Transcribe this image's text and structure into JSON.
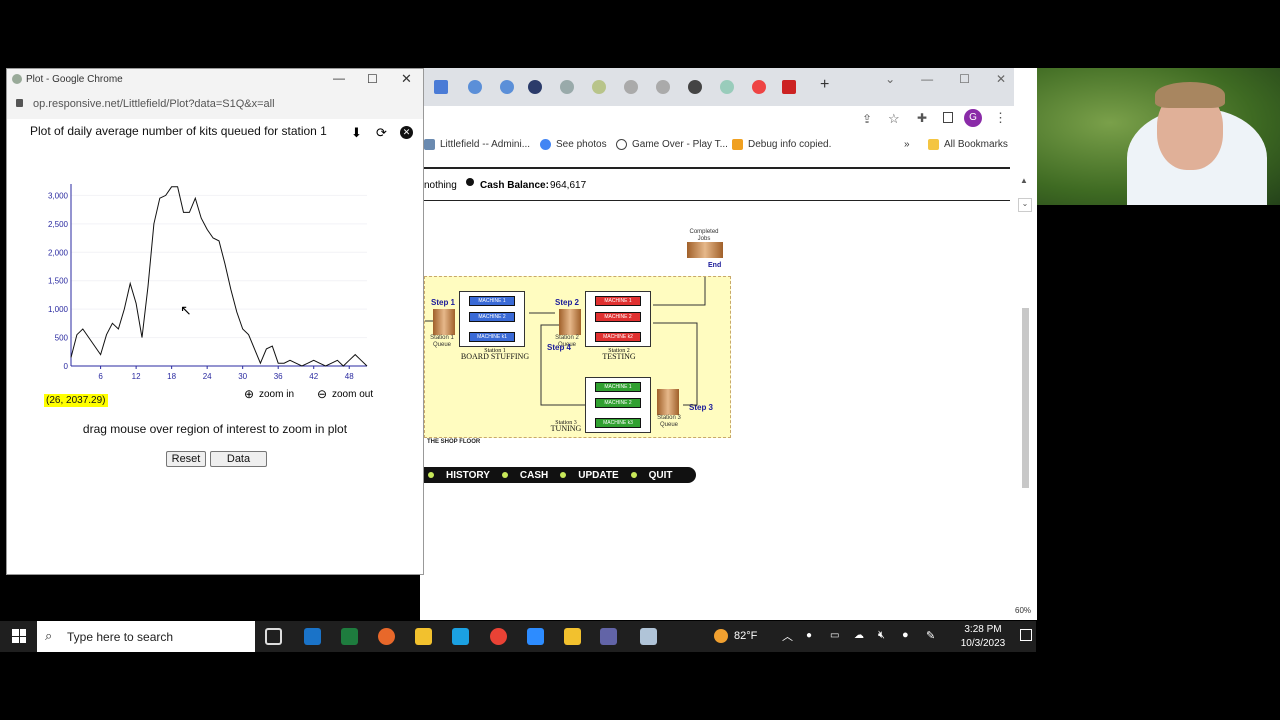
{
  "popup": {
    "window_title": "Plot - Google Chrome",
    "url": "op.responsive.net/Littlefield/Plot?data=S1Q&x=all",
    "plot_title": "Plot of daily average number of kits queued for station 1",
    "coord_readout": "(26, 2037.29)",
    "zoom_in_label": "zoom in",
    "zoom_out_label": "zoom out",
    "hint": "drag mouse over region of interest to zoom in plot",
    "reset_label": "Reset",
    "data_label": "Data"
  },
  "chart_data": {
    "type": "line",
    "y_ticks": [
      "3,000",
      "2,500",
      "2,000",
      "1,500",
      "1,000",
      "500",
      "0"
    ],
    "x_ticks": [
      "6",
      "12",
      "18",
      "24",
      "30",
      "36",
      "42",
      "48"
    ],
    "ylim": [
      0,
      3200
    ],
    "xlim": [
      1,
      51
    ],
    "x": [
      1,
      2,
      3,
      4,
      5,
      6,
      7,
      8,
      9,
      10,
      11,
      12,
      13,
      14,
      15,
      16,
      17,
      18,
      19,
      20,
      21,
      22,
      23,
      24,
      25,
      26,
      27,
      28,
      29,
      30,
      31,
      32,
      33,
      34,
      35,
      36,
      37,
      38,
      39,
      40,
      41,
      42,
      43,
      44,
      45,
      46,
      47,
      48,
      49,
      50,
      51
    ],
    "y": [
      150,
      550,
      650,
      500,
      350,
      200,
      550,
      750,
      650,
      1000,
      1450,
      1100,
      500,
      1400,
      2500,
      2950,
      3000,
      3150,
      3150,
      2700,
      2700,
      2950,
      2600,
      2400,
      2250,
      2200,
      1800,
      1350,
      950,
      650,
      550,
      300,
      50,
      300,
      350,
      50,
      50,
      100,
      50,
      0,
      50,
      100,
      50,
      0,
      50,
      100,
      0,
      100,
      200,
      100,
      0
    ]
  },
  "browser": {
    "bookmarks": [
      "Littlefield -- Admini...",
      "See photos",
      "Game Over - Play T...",
      "Debug info copied.",
      "All Bookmarks"
    ],
    "status_prefix": "nothing",
    "cash_label": "Cash Balance:",
    "cash_value": "964,617",
    "completed_jobs": "Completed Jobs",
    "end_label": "End",
    "step1": "Step 1",
    "step2": "Step 2",
    "step3": "Step 3",
    "step4": "Step 4",
    "station1_queue": "Station 1 Queue",
    "station2_queue": "Station 2 Queue",
    "station3_queue": "Station 3 Queue",
    "station1_name": "Station 1",
    "station1_title": "BOARD STUFFING",
    "station2_name": "Station 2",
    "station2_title": "TESTING",
    "station3_name": "Station 3",
    "station3_title": "TUNING",
    "shop_floor": "THE SHOP FLOOR",
    "machine_labels": [
      "MACHINE 1",
      "MACHINE 2",
      "MACHINE k1",
      "MACHINE 1",
      "MACHINE 2",
      "MACHINE k2",
      "MACHINE 1",
      "MACHINE 2",
      "MACHINE k3"
    ],
    "nav": [
      "HISTORY",
      "CASH",
      "UPDATE",
      "QUIT"
    ],
    "zoom_level": "60%"
  },
  "taskbar": {
    "search_placeholder": "Type here to search",
    "weather": "82°F",
    "time": "3:28 PM",
    "date": "10/3/2023"
  }
}
